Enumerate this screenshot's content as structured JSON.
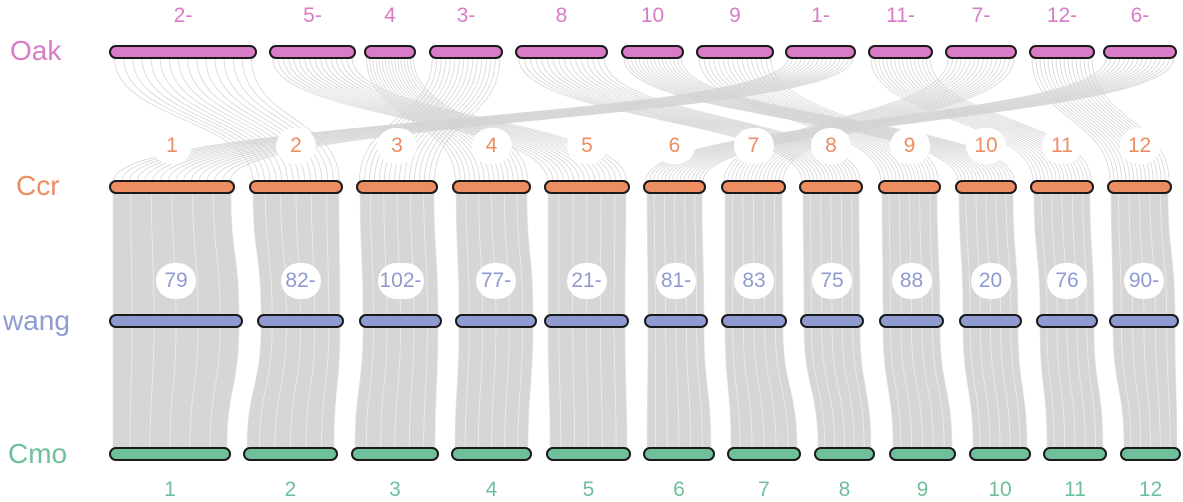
{
  "colors": {
    "Oak": "#d97bc6",
    "Ccr": "#ec8d62",
    "wang": "#8f9bd0",
    "Cmo": "#6fbf9a",
    "ribbon": "#cfcfcf"
  },
  "tracks": [
    {
      "name": "Oak",
      "labels": [
        "2-",
        "5-",
        "4",
        "3-",
        "8",
        "10",
        "9",
        "1-",
        "11-",
        "7-",
        "12-",
        "6-"
      ]
    },
    {
      "name": "Ccr",
      "labels": [
        "1",
        "2",
        "3",
        "4",
        "5",
        "6",
        "7",
        "8",
        "9",
        "10",
        "11",
        "12"
      ]
    },
    {
      "name": "wang",
      "labels": [
        "79",
        "82-",
        "102-",
        "77-",
        "21-",
        "81-",
        "83",
        "75",
        "88",
        "20",
        "76",
        "90-"
      ]
    },
    {
      "name": "Cmo",
      "labels": [
        "1",
        "2",
        "3",
        "4",
        "5",
        "6",
        "7",
        "8",
        "9",
        "10",
        "11",
        "12"
      ]
    }
  ]
}
